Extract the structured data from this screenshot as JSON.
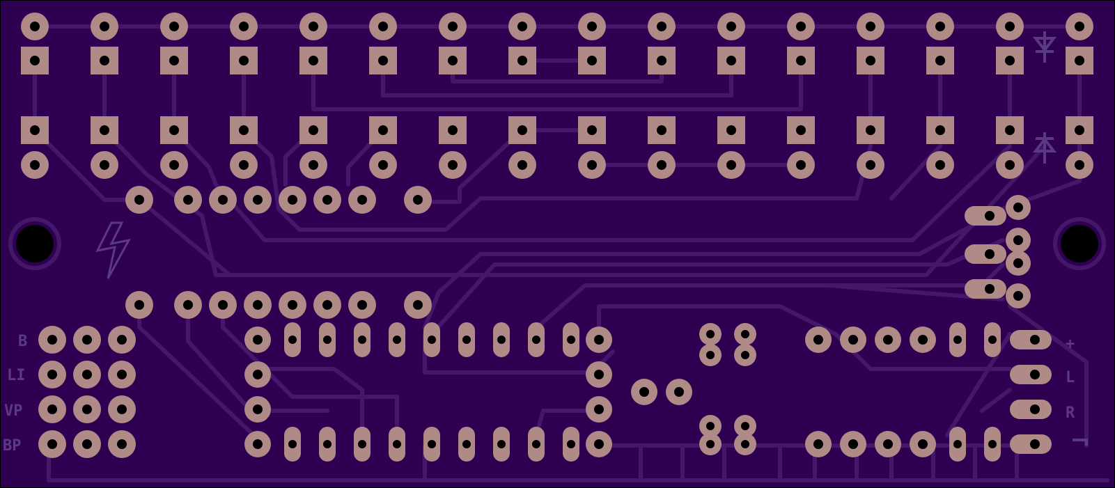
{
  "board": {
    "colors": {
      "background": "#000000",
      "substrate": "#2f0052",
      "copper": "#43186a",
      "silkscreen": "#5a3a82",
      "pad": "#b08a87",
      "drill": "#000000"
    },
    "labels": {
      "row_b": "B",
      "row_li": "LI",
      "row_vp": "VP",
      "row_bp": "BP",
      "edge_plus": "+",
      "edge_l": "L",
      "edge_r": "R"
    },
    "icons": {
      "logo": "lightning-bolt-icon",
      "diode_top": "diode-down-icon",
      "diode_bottom": "diode-up-icon"
    }
  }
}
